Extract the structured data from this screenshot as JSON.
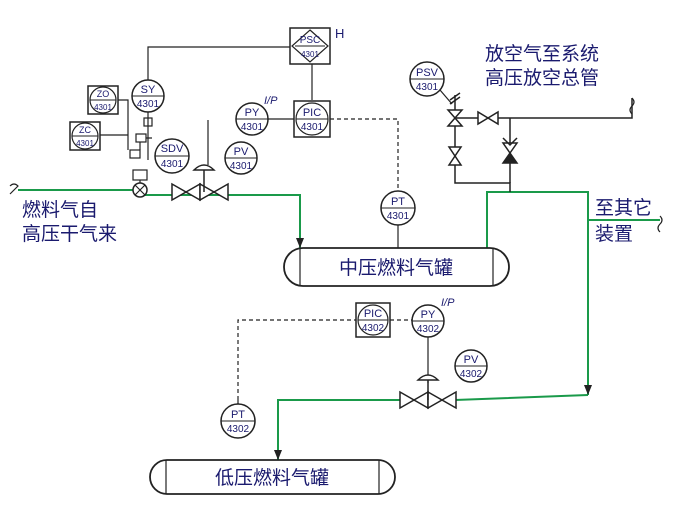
{
  "colors": {
    "process_line": "#1a9a4a",
    "signal_line": "#222222",
    "text": "#1a1a6e",
    "symbol": "#222222",
    "vessel_fill": "#ffffff",
    "instrument_fill": "#ffffff"
  },
  "texts": {
    "supply_line1": "燃料气自",
    "supply_line2": "高压干气来",
    "vent_line1": "放空气至系统",
    "vent_line2": "高压放空总管",
    "other_line1": "至其它",
    "other_line2": "装置",
    "vessel_mid": "中压燃料气罐",
    "vessel_low": "低压燃料气罐",
    "mark_h": "H",
    "mark_ip1": "I/P",
    "mark_ip2": "I/P"
  },
  "instruments": {
    "psc": {
      "tag": "PSC",
      "num": "4301"
    },
    "sy": {
      "tag": "SY",
      "num": "4301"
    },
    "zo": {
      "tag": "ZO",
      "num": "4301"
    },
    "zc": {
      "tag": "ZC",
      "num": "4301"
    },
    "sdv": {
      "tag": "SDV",
      "num": "4301"
    },
    "py1": {
      "tag": "PY",
      "num": "4301"
    },
    "pic1": {
      "tag": "PIC",
      "num": "4301"
    },
    "pv1": {
      "tag": "PV",
      "num": "4301"
    },
    "psv": {
      "tag": "PSV",
      "num": "4301"
    },
    "pt1": {
      "tag": "PT",
      "num": "4301"
    },
    "pic2": {
      "tag": "PIC",
      "num": "4302"
    },
    "py2": {
      "tag": "PY",
      "num": "4302"
    },
    "pv2": {
      "tag": "PV",
      "num": "4302"
    },
    "pt2": {
      "tag": "PT",
      "num": "4302"
    }
  }
}
